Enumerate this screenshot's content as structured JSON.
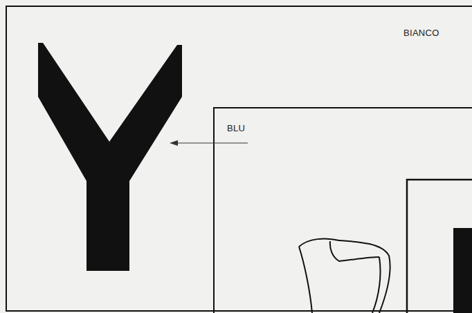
{
  "diagram": {
    "nodes": [
      {
        "text": [
          "BIANCO"
        ]
      },
      {
        "text": [
          "BLU"
        ],
        "in": 0
      }
    ]
  }
}
